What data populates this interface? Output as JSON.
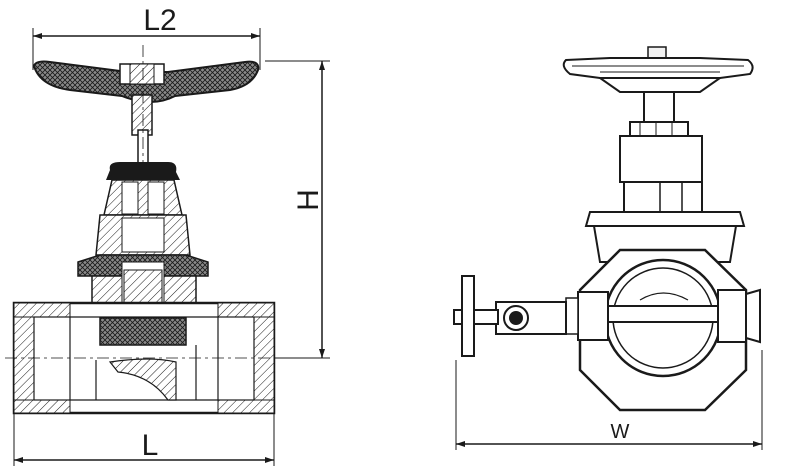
{
  "colors": {
    "line": "#1a1a1a",
    "hatch_fill": "#6a6a6a",
    "light_fill": "#f2f2f2",
    "background": "#ffffff"
  },
  "section_view": {
    "dimensions": {
      "top_width_label": "L2",
      "height_label": "H",
      "length_label": "L"
    }
  },
  "exterior_view": {
    "dimensions": {
      "width_label": "W"
    }
  }
}
